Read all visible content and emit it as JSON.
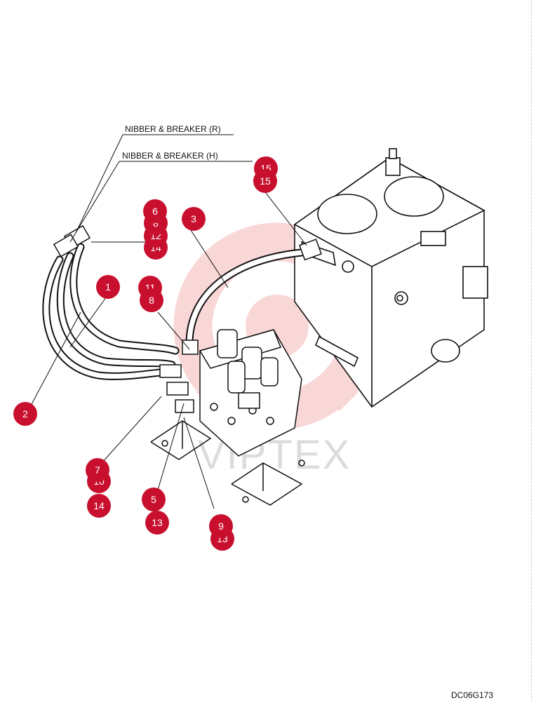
{
  "labels": {
    "nibber_r": "NIBBER & BREAKER (R)",
    "nibber_h": "NIBBER & BREAKER (H)"
  },
  "watermark": "VIPTEX",
  "drawing_code": "DC06G173",
  "callouts": [
    {
      "id": "c1",
      "text": "1"
    },
    {
      "id": "c2",
      "text": "2"
    },
    {
      "id": "c3",
      "text": "3"
    },
    {
      "id": "c5",
      "text": "5"
    },
    {
      "id": "c6",
      "text": "6"
    },
    {
      "id": "c6b",
      "text": "8"
    },
    {
      "id": "c12",
      "text": "12"
    },
    {
      "id": "c14a",
      "text": "14"
    },
    {
      "id": "c7",
      "text": "7"
    },
    {
      "id": "c7b",
      "text": "10"
    },
    {
      "id": "c14b",
      "text": "14"
    },
    {
      "id": "c9",
      "text": "9"
    },
    {
      "id": "c13a",
      "text": "13"
    },
    {
      "id": "c13b",
      "text": "13"
    },
    {
      "id": "c15a",
      "text": "15"
    },
    {
      "id": "c15b",
      "text": "15"
    },
    {
      "id": "c11",
      "text": "11"
    },
    {
      "id": "c8a",
      "text": "8"
    }
  ],
  "colors": {
    "callout": "#c8102e",
    "line": "#111111",
    "watermark": "#e84c4c"
  }
}
